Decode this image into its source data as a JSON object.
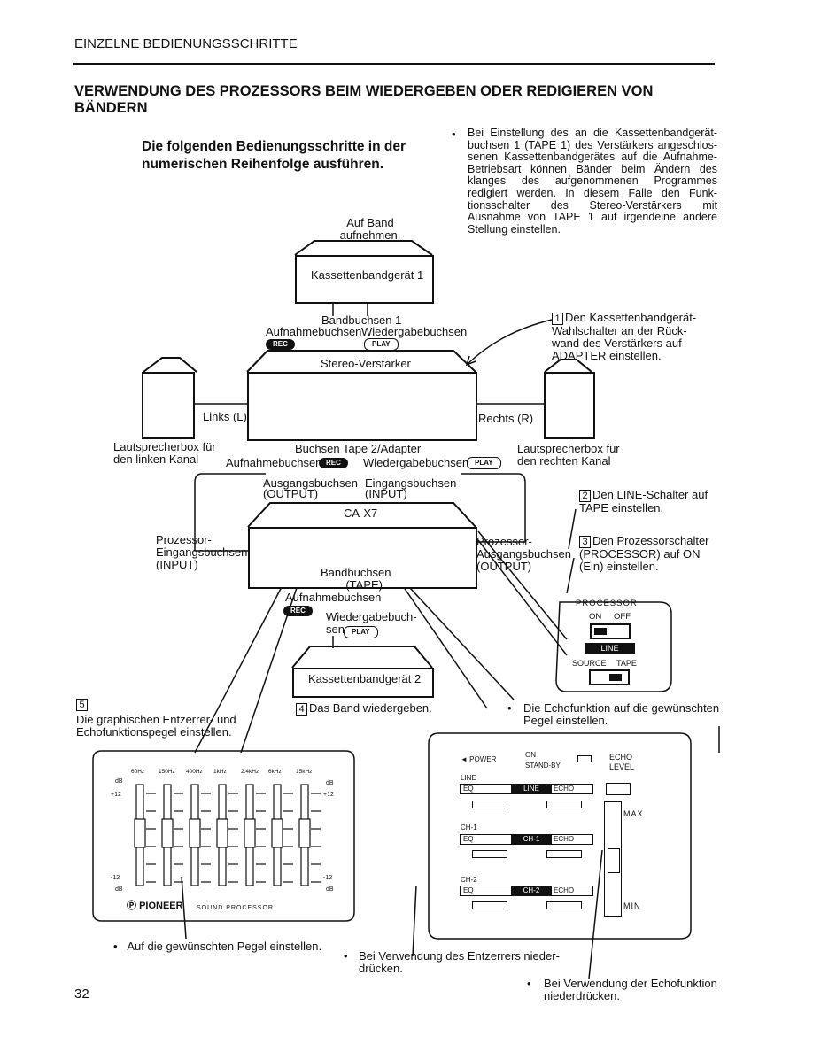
{
  "header": {
    "section": "EINZELNE BEDIENUNGSSCHRITTE"
  },
  "title": "VERWENDUNG DES PROZESSORS BEIM WIEDERGEBEN ODER REDIGIEREN VON BÄNDERN",
  "intro": "Die folgenden Bedienungsschritte in der numerischen Reihenfolge ausführen.",
  "note_top": "Bei Einstellung des an die Kassettenbandgerät-buchsen 1 (TAPE 1) des Verstärkers angeschlos-senen Kassettenbandgerätes auf die Aufnahme-Betriebsart können Bänder beim Ändern des klanges des aufgenommenen Programmes redigiert werden. In diesem Falle den Funk-tionsschalter des Stereo-Verstärkers mit Ausnahme von TAPE 1 auf irgendeine andere Stellung einstellen.",
  "diagram": {
    "record_label": "Auf Band aufnehmen.",
    "tape_deck_1": "Kassettenbandgerät 1",
    "jacks_1": "Bandbuchsen 1",
    "rec_jacks": "Aufnahmebuchsen",
    "play_jacks": "Wiedergabebuchsen",
    "rec_pill": "REC",
    "play_pill": "PLAY",
    "amplifier": "Stereo-Verstärker",
    "left": "Links (L)",
    "right": "Rechts (R)",
    "speaker_left": "Lautsprecherbox für den linken Kanal",
    "speaker_right": "Lautsprecherbox für den rechten Kanal",
    "jacks_tape2": "Buchsen Tape 2/Adapter",
    "rec_jacks_2": "Aufnahmebuchsen",
    "play_jacks_2": "Wiedergabebuchsen",
    "output_jacks": "Ausgangsbuchsen",
    "output_en": "(OUTPUT)",
    "input_jacks": "Eingangsbuchsen",
    "input_en": "(INPUT)",
    "processor": "CA-X7",
    "proc_in": "Prozessor-Eingangsbuchsen (INPUT)",
    "proc_out": "Prozessor-Ausgangsbuchsen (OUTPUT)",
    "jacks_tape": "Bandbuchsen (TAPE)",
    "rec_jacks_3": "Aufnahmebuchsen",
    "play_jacks_3": "Wiedergabebuch-sen",
    "tape_deck_2": "Kassettenbandgerät 2"
  },
  "steps": [
    {
      "num": "1",
      "text": "Den Kassettenbandgerät-Wahlschalter an der Rück-wand des Verstärkers auf ADAPTER einstellen."
    },
    {
      "num": "2",
      "text": "Den LINE-Schalter auf TAPE einstellen."
    },
    {
      "num": "3",
      "text": "Den Prozessorschalter (PROCESSOR) auf ON (Ein) einstellen."
    },
    {
      "num": "4",
      "text": "Das Band wiedergeben."
    },
    {
      "num": "5",
      "text": "Die graphischen Entzerrer- und Echofunktionspegel einstellen."
    }
  ],
  "switch_panel": {
    "processor": "PROCESSOR",
    "on": "ON",
    "off": "OFF",
    "line": "LINE",
    "source": "SOURCE",
    "tape": "TAPE"
  },
  "eq_panel": {
    "freqs": [
      "60Hz",
      "150Hz",
      "400Hz",
      "1kHz",
      "2.4kHz",
      "6kHz",
      "15kHz"
    ],
    "db_top": "dB",
    "db_bottom": "dB",
    "plus12": "+12",
    "minus12": "-12",
    "brand": "PIONEER",
    "sub": "SOUND PROCESSOR"
  },
  "echo_panel": {
    "power": "POWER",
    "on": "ON",
    "standby": "STAND-BY",
    "echo_level": "ECHO LEVEL",
    "line": "LINE",
    "ch1": "CH-1",
    "ch2": "CH-2",
    "eq": "EQ",
    "echo": "ECHO",
    "max": "MAX",
    "min": "MIN"
  },
  "notes": {
    "echo": "Die Echofunktion auf die gewünschten Pegel einstellen.",
    "level": "Auf die gewünschten Pegel einstellen.",
    "eq_press": "Bei Verwendung des Entzerrers nieder-drücken.",
    "echo_press": "Bei Verwendung der Echofunktion niederdrücken."
  },
  "page_number": "32"
}
